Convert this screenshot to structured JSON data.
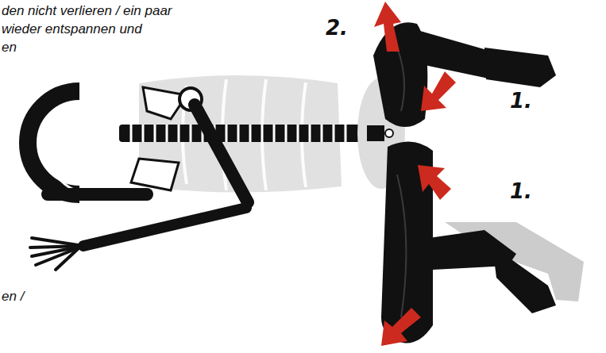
{
  "diagram": {
    "labels": [
      "den nicht verlieren / ein paar",
      "wieder entspannen und",
      "en",
      "en /",
      "2.",
      "1.",
      "1."
    ]
  }
}
